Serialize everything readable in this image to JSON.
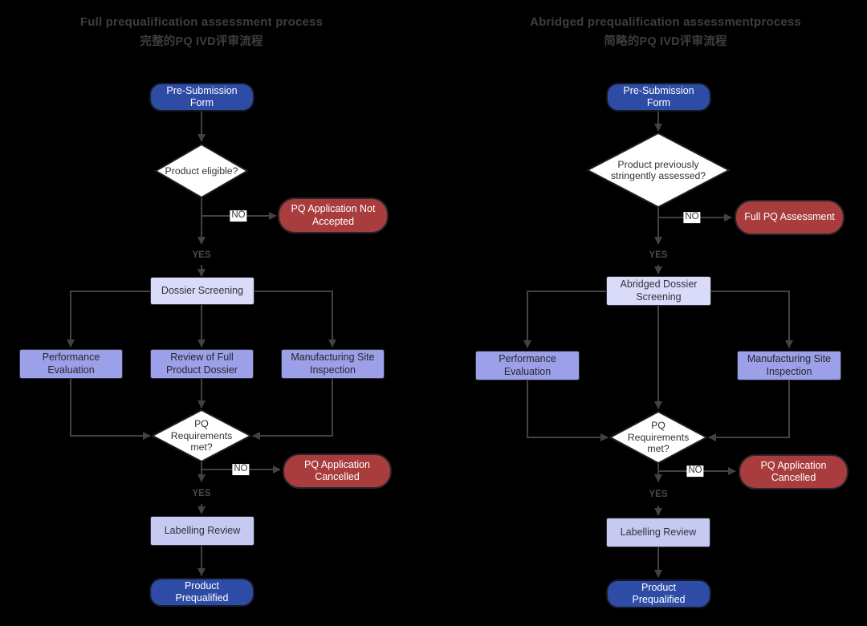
{
  "labels": {
    "yes": "YES",
    "no": "NO"
  },
  "colors": {
    "background": "#000000",
    "title_text": "#3e3e3e",
    "connector": "#424242",
    "start_end_node": "#2e4ca5",
    "negative_node": "#a93c3c",
    "screening_node": "#d9dbf8",
    "labelling_node": "#c6c9f2",
    "parallel_node": "#9ca0e8",
    "decision_fill": "#ffffff"
  },
  "left_chart": {
    "title_en": "Full prequalification assessment process",
    "title_zh": "完整的PQ IVD评审流程",
    "nodes": {
      "pre_submission": "Pre-Submission Form",
      "product_eligible": "Product eligible?",
      "pq_not_accepted": "PQ Application Not Accepted",
      "dossier_screening": "Dossier Screening",
      "performance_evaluation": "Performance Evaluation",
      "review_full_dossier": "Review of Full Product Dossier",
      "manufacturing_site": "Manufacturing Site Inspection",
      "pq_requirements_met": "PQ Requirements met?",
      "pq_cancelled": "PQ Application Cancelled",
      "labelling_review": "Labelling Review",
      "product_prequalified": "Product Prequalified"
    }
  },
  "right_chart": {
    "title_en": "Abridged prequalification assessmentprocess",
    "title_zh": "简略的PQ IVD评审流程",
    "nodes": {
      "pre_submission": "Pre-Submission Form",
      "previously_assessed": "Product previously stringently assessed?",
      "full_pq_assessment": "Full PQ Assessment",
      "abridged_dossier_screening": "Abridged Dossier Screening",
      "performance_evaluation": "Performance Evaluation",
      "manufacturing_site": "Manufacturing Site Inspection",
      "pq_requirements_met": "PQ Requirements met?",
      "pq_cancelled": "PQ Application Cancelled",
      "labelling_review": "Labelling Review",
      "product_prequalified": "Product Prequalified"
    }
  }
}
